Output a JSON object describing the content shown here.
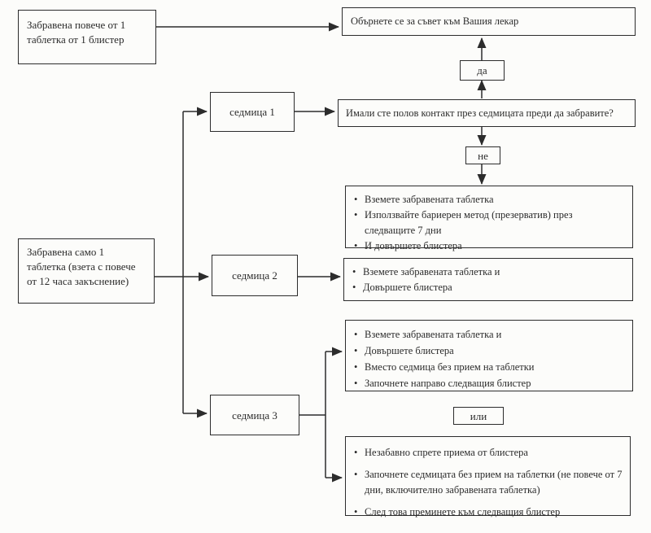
{
  "palette": {
    "ink": "#2b2b2b",
    "line": "#2b2b2b",
    "page_bg": "#fcfcfa"
  },
  "flowchart": {
    "missed_more_box": "Забравена повече от 1\nтаблетка от 1 блистер",
    "consult_box": "Обърнете се за съвет към Вашия лекар",
    "yes_label": "да",
    "week1_box": "седмица 1",
    "question_box": "Имали сте полов контакт през седмицата преди да забравите?",
    "no_label": "не",
    "week1_actions": {
      "items": [
        "Вземете забравената таблетка",
        "Използвайте бариерен метод (презерватив) през следващите 7 дни",
        "И довършете блистера"
      ]
    },
    "missed_one_box": "Забравена само 1\nтаблетка (взета с повече\nот 12 часа закъснение)",
    "week2_box": "седмица 2",
    "week2_actions": {
      "items": [
        "Вземете забравената таблетка и",
        "Довършете блистера"
      ]
    },
    "week3_box": "седмица 3",
    "or_label": "или",
    "week3_option1_actions": {
      "items": [
        "Вземете забравената таблетка и",
        "Довършете блистера",
        "Вместо седмица без прием на таблетки",
        "Започнете направо следващия блистер"
      ]
    },
    "week3_option2_actions": {
      "items": [
        "Незабавно спрете приема от блистера",
        "Започнете седмицата без прием на таблетки (не повече от 7 дни, включително забравената таблетка)",
        "След това преминете към следващия блистер"
      ]
    }
  }
}
